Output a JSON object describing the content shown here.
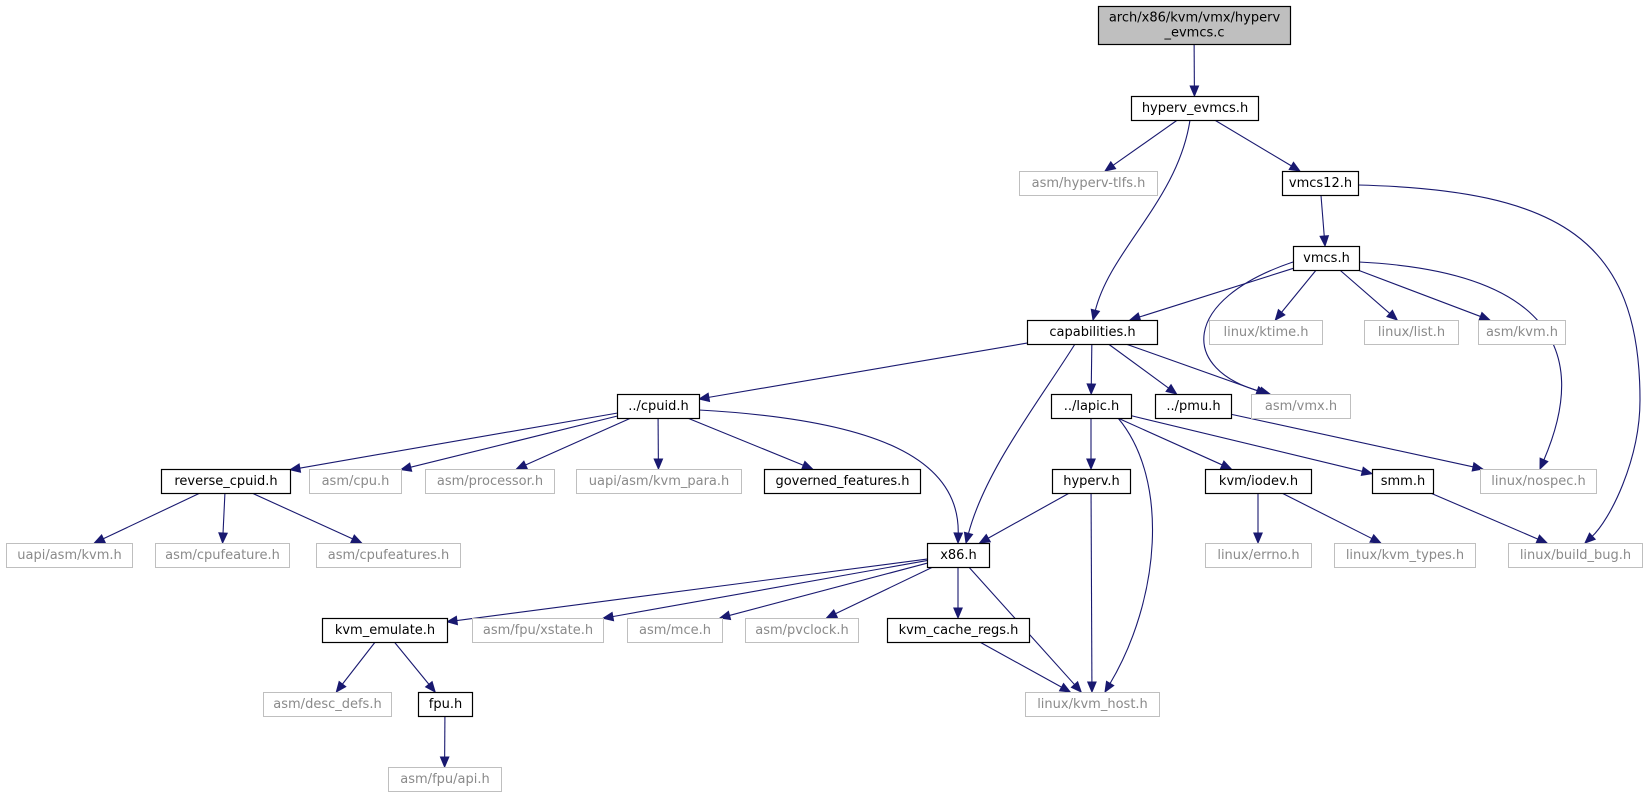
{
  "diagram": {
    "colors": {
      "edge": "#191970",
      "root_fill": "#bfbfbf",
      "local_border": "#000000",
      "external_border": "#bfbfbf",
      "external_text": "#8a8a8a"
    },
    "nodes": [
      {
        "id": "root",
        "lines": [
          "arch/x86/kvm/vmx/hyperv",
          "_evmcs.c"
        ],
        "kind": "root"
      },
      {
        "id": "hyperv_evmcs_h",
        "lines": [
          "hyperv_evmcs.h"
        ],
        "kind": "local"
      },
      {
        "id": "asm_hyperv_tlfs_h",
        "lines": [
          "asm/hyperv-tlfs.h"
        ],
        "kind": "external"
      },
      {
        "id": "vmcs12_h",
        "lines": [
          "vmcs12.h"
        ],
        "kind": "local"
      },
      {
        "id": "vmcs_h",
        "lines": [
          "vmcs.h"
        ],
        "kind": "local"
      },
      {
        "id": "capabilities_h",
        "lines": [
          "capabilities.h"
        ],
        "kind": "local"
      },
      {
        "id": "linux_ktime_h",
        "lines": [
          "linux/ktime.h"
        ],
        "kind": "external"
      },
      {
        "id": "linux_list_h",
        "lines": [
          "linux/list.h"
        ],
        "kind": "external"
      },
      {
        "id": "asm_kvm_h",
        "lines": [
          "asm/kvm.h"
        ],
        "kind": "external"
      },
      {
        "id": "cpuid_h",
        "lines": [
          "../cpuid.h"
        ],
        "kind": "local"
      },
      {
        "id": "lapic_h",
        "lines": [
          "../lapic.h"
        ],
        "kind": "local"
      },
      {
        "id": "pmu_h",
        "lines": [
          "../pmu.h"
        ],
        "kind": "local"
      },
      {
        "id": "asm_vmx_h",
        "lines": [
          "asm/vmx.h"
        ],
        "kind": "external"
      },
      {
        "id": "reverse_cpuid_h",
        "lines": [
          "reverse_cpuid.h"
        ],
        "kind": "local"
      },
      {
        "id": "asm_cpu_h",
        "lines": [
          "asm/cpu.h"
        ],
        "kind": "external"
      },
      {
        "id": "asm_processor_h",
        "lines": [
          "asm/processor.h"
        ],
        "kind": "external"
      },
      {
        "id": "uapi_asm_kvm_para_h",
        "lines": [
          "uapi/asm/kvm_para.h"
        ],
        "kind": "external"
      },
      {
        "id": "governed_features_h",
        "lines": [
          "governed_features.h"
        ],
        "kind": "local"
      },
      {
        "id": "hyperv_h",
        "lines": [
          "hyperv.h"
        ],
        "kind": "local"
      },
      {
        "id": "kvm_iodev_h",
        "lines": [
          "kvm/iodev.h"
        ],
        "kind": "local"
      },
      {
        "id": "smm_h",
        "lines": [
          "smm.h"
        ],
        "kind": "local"
      },
      {
        "id": "linux_nospec_h",
        "lines": [
          "linux/nospec.h"
        ],
        "kind": "external"
      },
      {
        "id": "uapi_asm_kvm_h",
        "lines": [
          "uapi/asm/kvm.h"
        ],
        "kind": "external"
      },
      {
        "id": "asm_cpufeature_h",
        "lines": [
          "asm/cpufeature.h"
        ],
        "kind": "external"
      },
      {
        "id": "asm_cpufeatures_h",
        "lines": [
          "asm/cpufeatures.h"
        ],
        "kind": "external"
      },
      {
        "id": "x86_h",
        "lines": [
          "x86.h"
        ],
        "kind": "local"
      },
      {
        "id": "linux_errno_h",
        "lines": [
          "linux/errno.h"
        ],
        "kind": "external"
      },
      {
        "id": "linux_kvm_types_h",
        "lines": [
          "linux/kvm_types.h"
        ],
        "kind": "external"
      },
      {
        "id": "linux_build_bug_h",
        "lines": [
          "linux/build_bug.h"
        ],
        "kind": "external"
      },
      {
        "id": "kvm_emulate_h",
        "lines": [
          "kvm_emulate.h"
        ],
        "kind": "local"
      },
      {
        "id": "asm_fpu_xstate_h",
        "lines": [
          "asm/fpu/xstate.h"
        ],
        "kind": "external"
      },
      {
        "id": "asm_mce_h",
        "lines": [
          "asm/mce.h"
        ],
        "kind": "external"
      },
      {
        "id": "asm_pvclock_h",
        "lines": [
          "asm/pvclock.h"
        ],
        "kind": "external"
      },
      {
        "id": "kvm_cache_regs_h",
        "lines": [
          "kvm_cache_regs.h"
        ],
        "kind": "local"
      },
      {
        "id": "asm_desc_defs_h",
        "lines": [
          "asm/desc_defs.h"
        ],
        "kind": "external"
      },
      {
        "id": "fpu_h",
        "lines": [
          "fpu.h"
        ],
        "kind": "local"
      },
      {
        "id": "linux_kvm_host_h",
        "lines": [
          "linux/kvm_host.h"
        ],
        "kind": "external"
      },
      {
        "id": "asm_fpu_api_h",
        "lines": [
          "asm/fpu/api.h"
        ],
        "kind": "external"
      }
    ],
    "edges": [
      [
        "root",
        "hyperv_evmcs_h"
      ],
      [
        "hyperv_evmcs_h",
        "asm_hyperv_tlfs_h"
      ],
      [
        "hyperv_evmcs_h",
        "vmcs12_h"
      ],
      [
        "hyperv_evmcs_h",
        "capabilities_h"
      ],
      [
        "vmcs12_h",
        "vmcs_h"
      ],
      [
        "vmcs12_h",
        "linux_build_bug_h"
      ],
      [
        "vmcs_h",
        "capabilities_h"
      ],
      [
        "vmcs_h",
        "linux_ktime_h"
      ],
      [
        "vmcs_h",
        "linux_list_h"
      ],
      [
        "vmcs_h",
        "asm_kvm_h"
      ],
      [
        "vmcs_h",
        "asm_vmx_h"
      ],
      [
        "vmcs_h",
        "linux_nospec_h"
      ],
      [
        "capabilities_h",
        "cpuid_h"
      ],
      [
        "capabilities_h",
        "lapic_h"
      ],
      [
        "capabilities_h",
        "pmu_h"
      ],
      [
        "capabilities_h",
        "asm_vmx_h"
      ],
      [
        "capabilities_h",
        "x86_h"
      ],
      [
        "cpuid_h",
        "reverse_cpuid_h"
      ],
      [
        "cpuid_h",
        "asm_cpu_h"
      ],
      [
        "cpuid_h",
        "asm_processor_h"
      ],
      [
        "cpuid_h",
        "uapi_asm_kvm_para_h"
      ],
      [
        "cpuid_h",
        "governed_features_h"
      ],
      [
        "cpuid_h",
        "x86_h"
      ],
      [
        "reverse_cpuid_h",
        "uapi_asm_kvm_h"
      ],
      [
        "reverse_cpuid_h",
        "asm_cpufeature_h"
      ],
      [
        "reverse_cpuid_h",
        "asm_cpufeatures_h"
      ],
      [
        "lapic_h",
        "hyperv_h"
      ],
      [
        "lapic_h",
        "kvm_iodev_h"
      ],
      [
        "lapic_h",
        "smm_h"
      ],
      [
        "lapic_h",
        "linux_kvm_host_h"
      ],
      [
        "pmu_h",
        "linux_nospec_h"
      ],
      [
        "hyperv_h",
        "x86_h"
      ],
      [
        "hyperv_h",
        "linux_kvm_host_h"
      ],
      [
        "kvm_iodev_h",
        "linux_errno_h"
      ],
      [
        "kvm_iodev_h",
        "linux_kvm_types_h"
      ],
      [
        "smm_h",
        "linux_build_bug_h"
      ],
      [
        "x86_h",
        "kvm_emulate_h"
      ],
      [
        "x86_h",
        "asm_fpu_xstate_h"
      ],
      [
        "x86_h",
        "asm_mce_h"
      ],
      [
        "x86_h",
        "asm_pvclock_h"
      ],
      [
        "x86_h",
        "kvm_cache_regs_h"
      ],
      [
        "x86_h",
        "linux_kvm_host_h"
      ],
      [
        "kvm_emulate_h",
        "asm_desc_defs_h"
      ],
      [
        "kvm_emulate_h",
        "fpu_h"
      ],
      [
        "kvm_cache_regs_h",
        "linux_kvm_host_h"
      ],
      [
        "fpu_h",
        "asm_fpu_api_h"
      ]
    ]
  }
}
